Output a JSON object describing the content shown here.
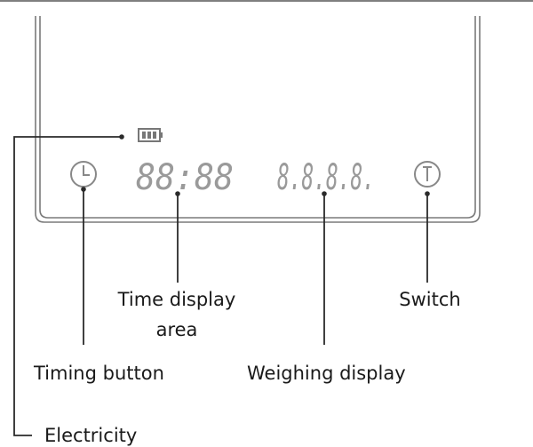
{
  "display": {
    "time_digits": "88:88",
    "weight_digits": "8.8.8.8."
  },
  "labels": {
    "time_display": [
      "Time display",
      "area"
    ],
    "switch": "Switch",
    "timing_button": "Timing button",
    "weighing_display": "Weighing display",
    "electricity": "Electricity"
  },
  "icons": {
    "battery": "battery-icon",
    "timer": "clock-icon",
    "power": "power-icon"
  },
  "colors": {
    "panel_stroke": "#7a7a7a",
    "segment": "#9a9a9a",
    "icon": "#8a8a8a",
    "leader": "#2a2a2a",
    "text": "#1a1a1a"
  }
}
